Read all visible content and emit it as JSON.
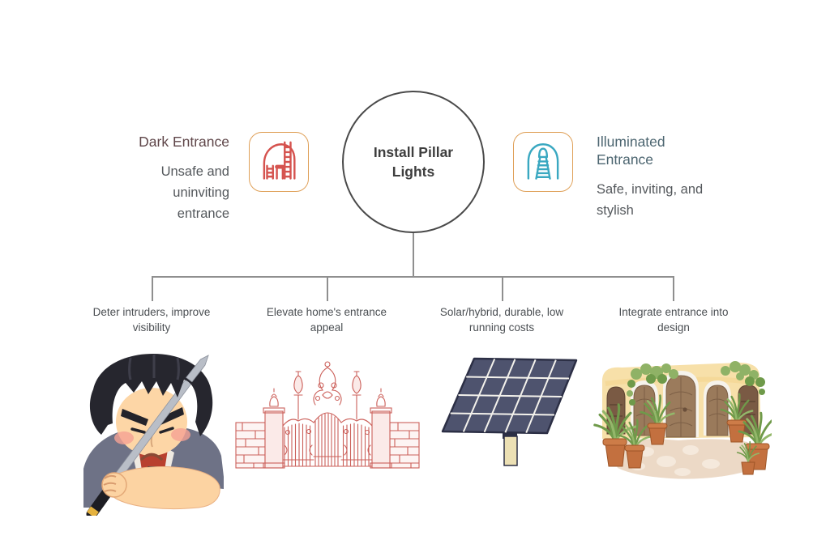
{
  "diagram": {
    "center_node": {
      "title": "Install Pillar Lights"
    },
    "before": {
      "heading": "Dark Entrance",
      "description": "Unsafe and uninviting entrance",
      "icon": "gate-construction-icon"
    },
    "after": {
      "heading": "Illuminated Entrance",
      "description": "Safe, inviting, and stylish",
      "icon": "illuminated-archway-icon"
    },
    "branches": [
      {
        "label": "Deter intruders, improve visibility",
        "illustration": "angry-samurai-with-sword"
      },
      {
        "label": "Elevate home's entrance appeal",
        "illustration": "ornate-gate-sketch"
      },
      {
        "label": "Solar/hybrid, durable, low running costs",
        "illustration": "solar-panel"
      },
      {
        "label": "Integrate entrance into design",
        "illustration": "courtyard-entrance-watercolor"
      }
    ]
  },
  "colors": {
    "background": "#ffffff",
    "icon_box_border": "#dfa058",
    "before_icon": "#d5534f",
    "after_icon": "#3aa8c1",
    "before_heading": "#5f4649",
    "after_heading": "#4c6570",
    "body_text": "#54585c",
    "node_border": "#4a4a4a",
    "node_title": "#3e3e3e",
    "connector": "#8f8f8f",
    "gate_sketch": "#cb5f59",
    "solar_panel": "#4e536e",
    "wall": "#f7e0a9",
    "terracotta": "#c3703f"
  }
}
